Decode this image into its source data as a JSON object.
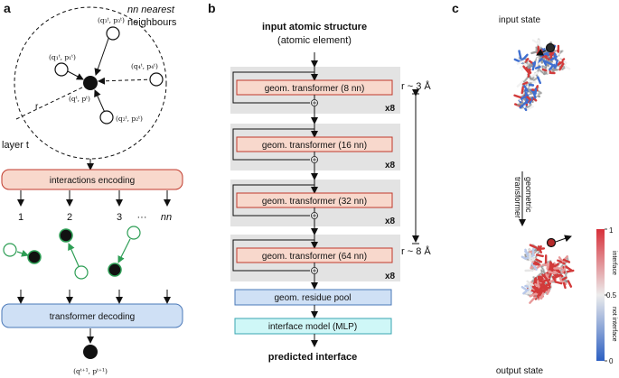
{
  "panel_a": {
    "label": "a",
    "nn_title_1": "nn nearest",
    "nn_title_2": "neighbours",
    "q1": "(q₁ᵗ, p₁ᵗ)",
    "q2": "(q₂ᵗ, p₂ᵗ)",
    "q3": "(q₃ᵗ, p₃ᵗ)",
    "q4": "(q₄ᵗ, p₄ᵗ)",
    "qc": "(qᵗ, pᵗ)",
    "r_label": "r",
    "layer_label": "layer t",
    "interactions_encoding": "interactions encoding",
    "idx_1": "1",
    "idx_2": "2",
    "idx_3": "3",
    "dots": "···",
    "idx_nn": "nn",
    "transformer_decoding": "transformer decoding",
    "q_next": "(qᵗ⁺¹, pᵗ⁺¹)"
  },
  "panel_b": {
    "label": "b",
    "input_title": "input atomic structure",
    "input_subtitle": "(atomic element)",
    "blocks": [
      {
        "label": "geom. transformer (8 nn)",
        "mult": "x8"
      },
      {
        "label": "geom. transformer (16 nn)",
        "mult": "x8"
      },
      {
        "label": "geom. transformer (32 nn)",
        "mult": "x8"
      },
      {
        "label": "geom. transformer (64 nn)",
        "mult": "x8"
      }
    ],
    "r_top": "r ~ 3 Å",
    "r_bottom": "r ~ 8 Å",
    "residue_pool": "geom. residue pool",
    "interface_model": "interface model (MLP)",
    "output_title": "predicted interface"
  },
  "panel_c": {
    "label": "c",
    "input_state": "input state",
    "arrow_label_1": "geometric",
    "arrow_label_2": "transformer",
    "output_state": "output state",
    "colorbar": {
      "max": "1",
      "mid": "0.5",
      "min": "0",
      "upper_label": "interface",
      "lower_label": "not interface",
      "color_high": "#d7303a",
      "color_mid": "#ececec",
      "color_low": "#2c5fc2"
    }
  },
  "colors": {
    "encoding_fill": "#f8d8cc",
    "encoding_stroke": "#c0392b",
    "decoding_fill": "#cfe0f5",
    "decoding_stroke": "#4a78b8",
    "pool_fill": "#cfe0f5",
    "mlp_fill": "#cff7f7",
    "mlp_stroke": "#3aa6b0",
    "stack_bg": "#e3e3e3",
    "green": "#2e9e55"
  }
}
